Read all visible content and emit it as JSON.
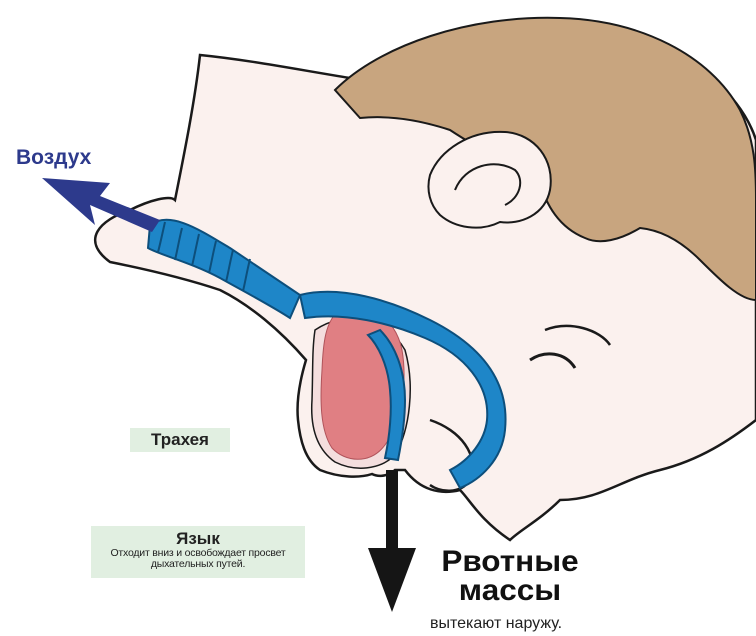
{
  "labels": {
    "air": "Воздух",
    "trachea": "Трахея",
    "tongue_title": "Язык",
    "tongue_desc": "Отходит вниз и освобождает просвет дыхательных путей.",
    "vomit_title_line1": "Рвотные",
    "vomit_title_line2": "массы",
    "vomit_desc": "вытекают наружу."
  },
  "colors": {
    "air_arrow": "#2d3a8c",
    "airway": "#1e86c8",
    "tongue": "#e07f83",
    "skin": "#fbf1ee",
    "hair": "#c8a57f",
    "label_box": "#e1efe1",
    "vomit_arrow": "#151515"
  }
}
